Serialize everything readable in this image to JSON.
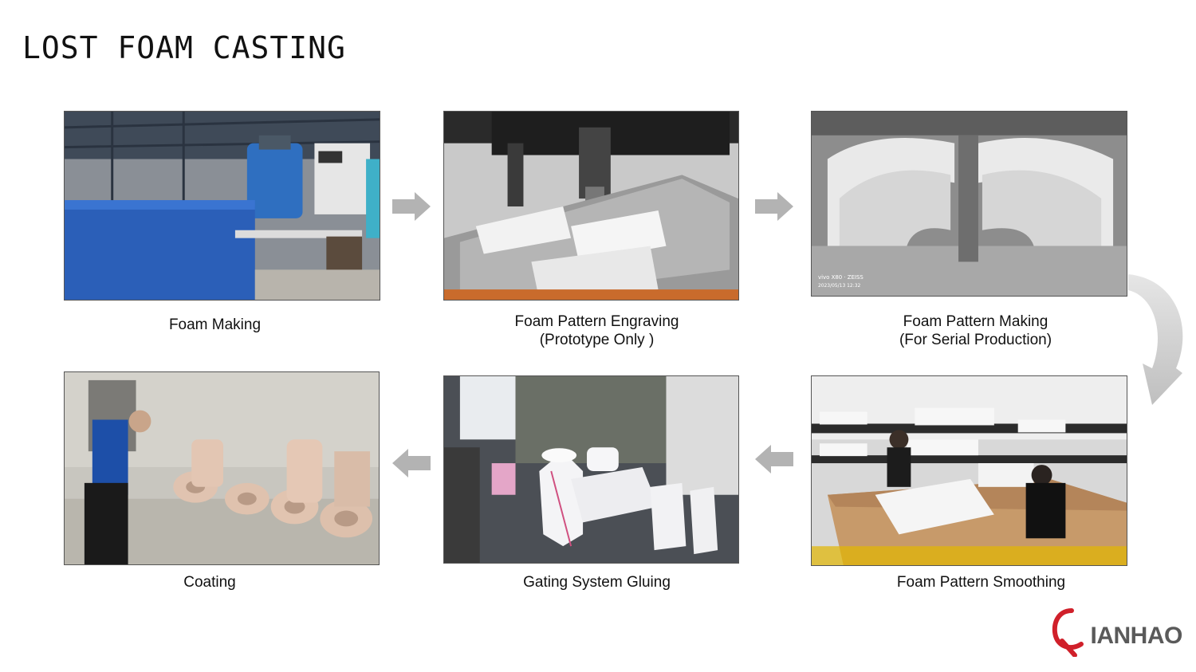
{
  "title": "LOST FOAM CASTING",
  "steps": [
    {
      "caption": [
        "Foam Making"
      ]
    },
    {
      "caption": [
        "Foam Pattern Engraving",
        "(Prototype Only )"
      ]
    },
    {
      "caption": [
        "Foam Pattern Making",
        "(For Serial Production)"
      ]
    },
    {
      "caption": [
        "Foam Pattern Smoothing"
      ]
    },
    {
      "caption": [
        "Gating System Gluing"
      ]
    },
    {
      "caption": [
        "Coating"
      ]
    }
  ],
  "photo_watermark": {
    "line1": "vivo X80 · ZEISS",
    "line2": "2023/05/13 12:32"
  },
  "logo": {
    "first_letter": "Q",
    "rest": "IANHAO"
  },
  "colors": {
    "arrow": "#b3b3b3",
    "logo_red": "#d0202a",
    "logo_gray": "#5a5a5a"
  }
}
